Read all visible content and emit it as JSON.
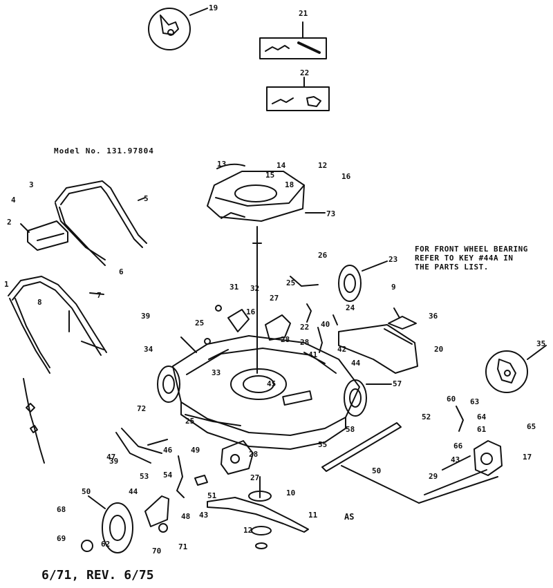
{
  "model_label": "Model No. 131.97804",
  "note_lines": [
    "FOR FRONT WHEEL BEARING",
    "REFER TO KEY #44A IN",
    "THE PARTS LIST."
  ],
  "footer": "6/71, REV. 6/75",
  "stamp": "AS",
  "callouts": [
    "19",
    "21",
    "22",
    "13",
    "14",
    "15",
    "12",
    "18",
    "16",
    "73",
    "3",
    "5",
    "4",
    "2",
    "6",
    "1",
    "7",
    "8",
    "26",
    "23",
    "25",
    "27",
    "24",
    "28",
    "31",
    "32",
    "9",
    "16",
    "22",
    "28",
    "40",
    "41",
    "42",
    "36",
    "39",
    "20",
    "35",
    "25",
    "34",
    "33",
    "45",
    "72",
    "25",
    "44",
    "57",
    "58",
    "50",
    "52",
    "60",
    "63",
    "64",
    "65",
    "61",
    "17",
    "66",
    "43",
    "29",
    "39",
    "46",
    "55",
    "28",
    "27",
    "49",
    "51",
    "53",
    "54",
    "48",
    "43",
    "44",
    "47",
    "50",
    "62",
    "68",
    "69",
    "70",
    "71",
    "10",
    "11",
    "12"
  ],
  "colors": {
    "ink": "#111111",
    "paper": "#ffffff"
  }
}
